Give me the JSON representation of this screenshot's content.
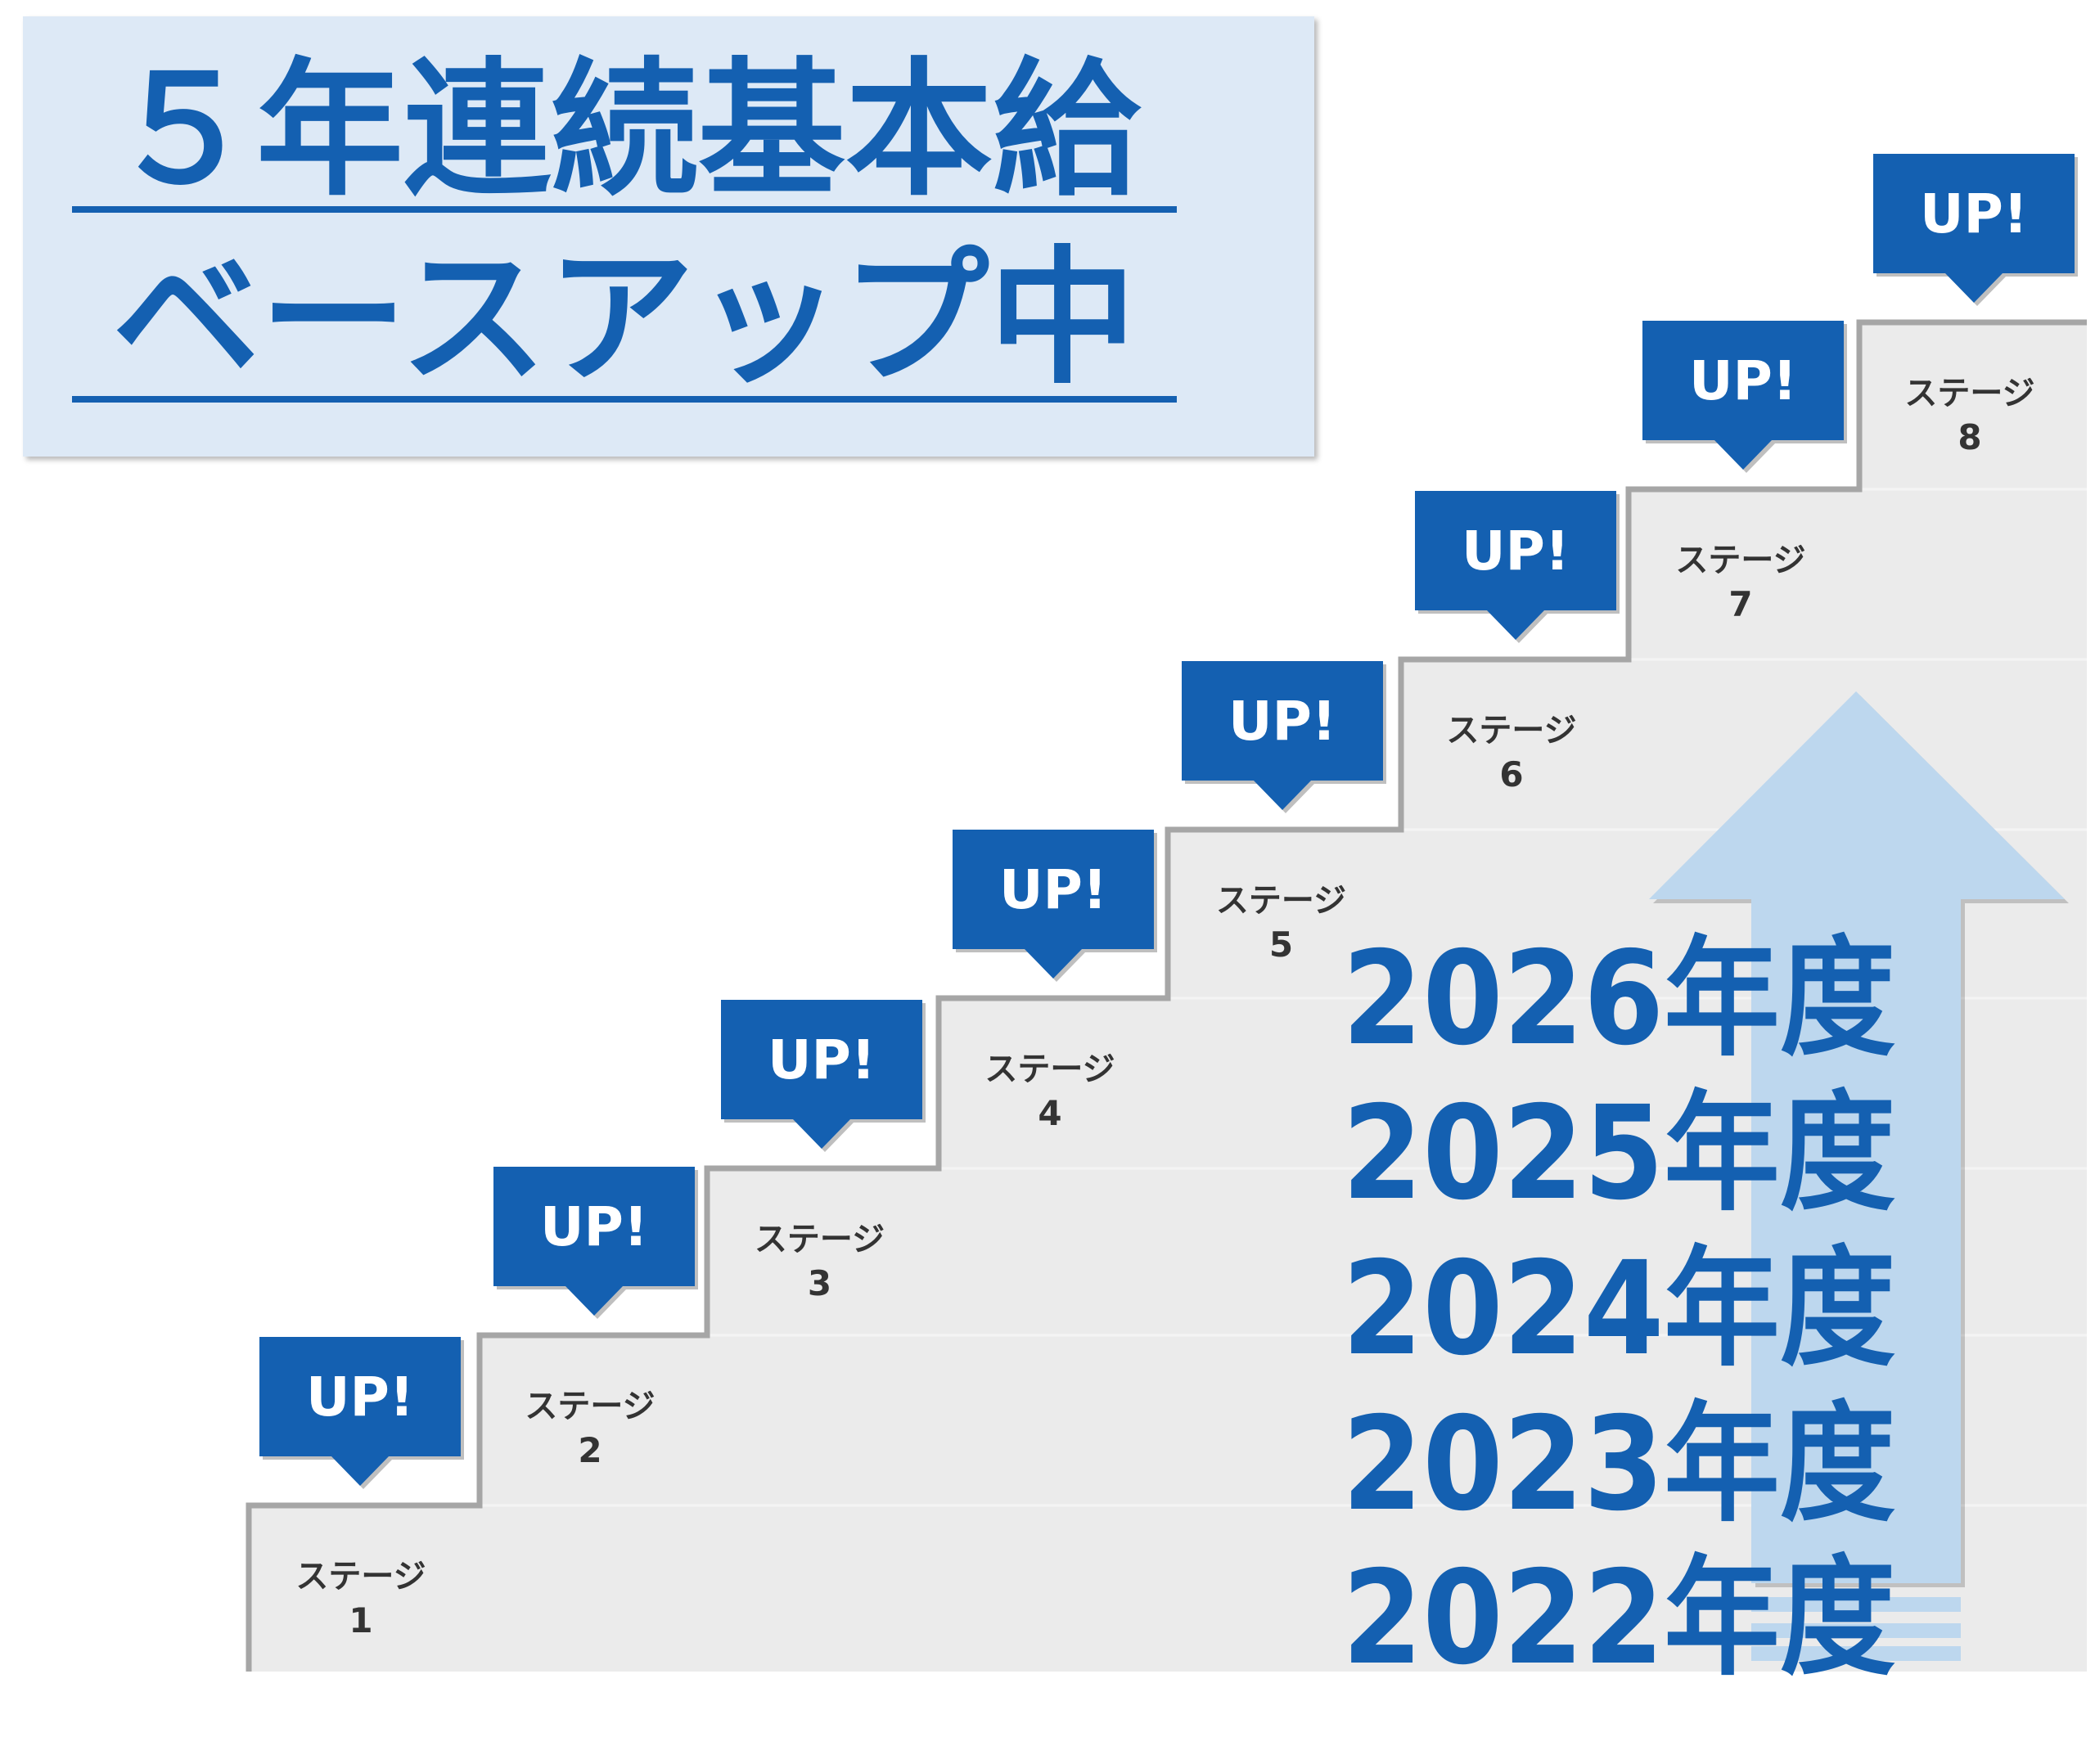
{
  "title": {
    "line1": "５年連続基本給",
    "line2": "ベースアップ中"
  },
  "steps": [
    {
      "label": "ステージ",
      "number": "1",
      "badge": "UP!"
    },
    {
      "label": "ステージ",
      "number": "2",
      "badge": "UP!"
    },
    {
      "label": "ステージ",
      "number": "3",
      "badge": "UP!"
    },
    {
      "label": "ステージ",
      "number": "4",
      "badge": "UP!"
    },
    {
      "label": "ステージ",
      "number": "5",
      "badge": "UP!"
    },
    {
      "label": "ステージ",
      "number": "6",
      "badge": "UP!"
    },
    {
      "label": "ステージ",
      "number": "7",
      "badge": "UP!"
    },
    {
      "label": "ステージ",
      "number": "8",
      "badge": "UP!"
    }
  ],
  "years": [
    "2026年度",
    "2025年度",
    "2024年度",
    "2023年度",
    "2022年度"
  ],
  "colors": {
    "accent": "#1460b1",
    "badge": "#1460b1",
    "step_fill": "#ebebeb",
    "step_line": "#a6a6a6",
    "arrow": "#bdd7ee",
    "title_bg": "#dde9f6"
  }
}
